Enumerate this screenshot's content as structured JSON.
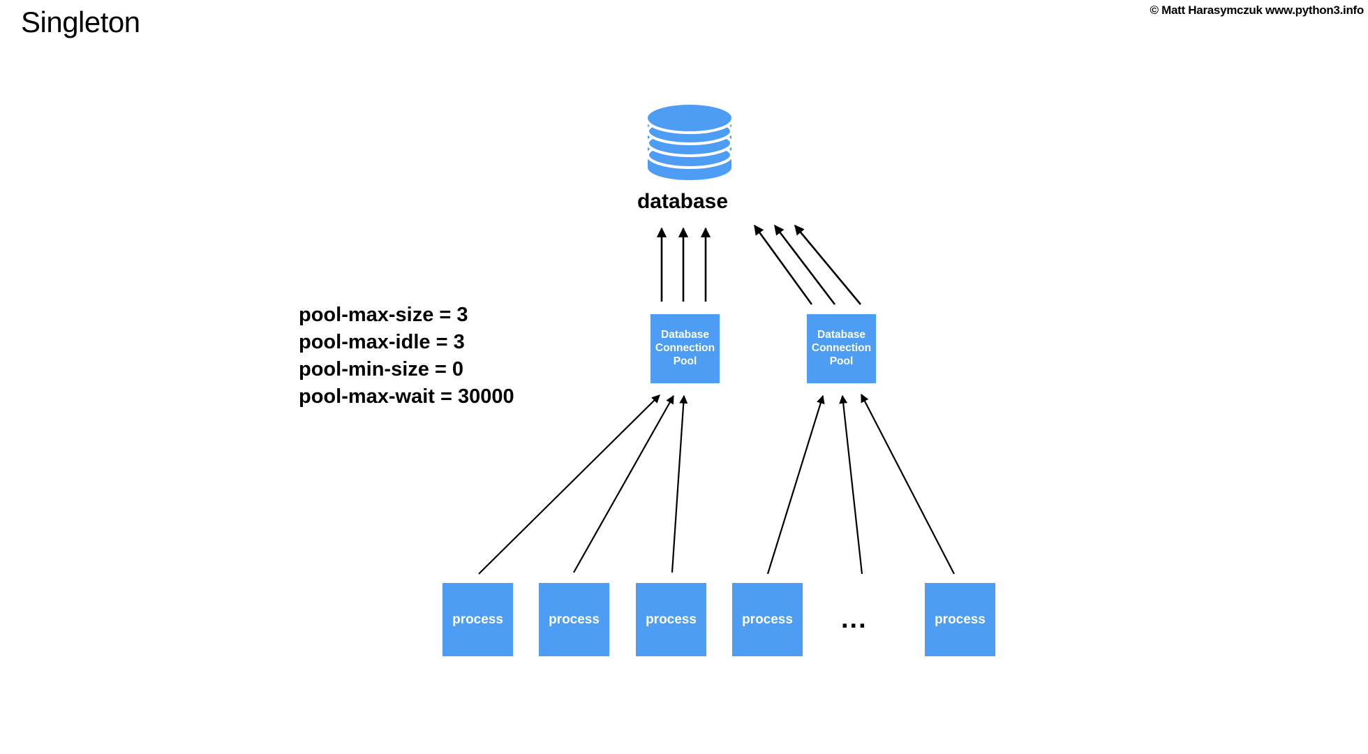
{
  "slide": {
    "title": "Singleton",
    "copyright": "© Matt Harasymczuk www.python3.info",
    "background_color": "#ffffff",
    "accent_color": "#4d9df4",
    "text_color": "#000000",
    "node_text_color": "#ffffff",
    "arrow_color": "#000000"
  },
  "database": {
    "icon": "database-cylinder-icon",
    "label": "database",
    "disk_count": 6
  },
  "config": {
    "lines": [
      "pool-max-size = 3",
      "pool-max-idle = 3",
      "pool-min-size = 0",
      "pool-max-wait = 30000"
    ],
    "entries": [
      {
        "key": "pool-max-size",
        "value": "3"
      },
      {
        "key": "pool-max-idle",
        "value": "3"
      },
      {
        "key": "pool-min-size",
        "value": "0"
      },
      {
        "key": "pool-max-wait",
        "value": "30000"
      }
    ]
  },
  "pools": [
    {
      "label": "Database Connection Pool",
      "line1": "Database",
      "line2": "Connection",
      "line3": "Pool"
    },
    {
      "label": "Database Connection Pool",
      "line1": "Database",
      "line2": "Connection",
      "line3": "Pool"
    }
  ],
  "processes": [
    {
      "label": "process"
    },
    {
      "label": "process"
    },
    {
      "label": "process"
    },
    {
      "label": "process"
    },
    {
      "label": "process"
    }
  ],
  "ellipsis": "...",
  "connections": {
    "pool1_to_database_count": 3,
    "pool2_to_database_count": 3,
    "processes_to_pool1_count": 3,
    "processes_to_pool2_count": 3
  }
}
